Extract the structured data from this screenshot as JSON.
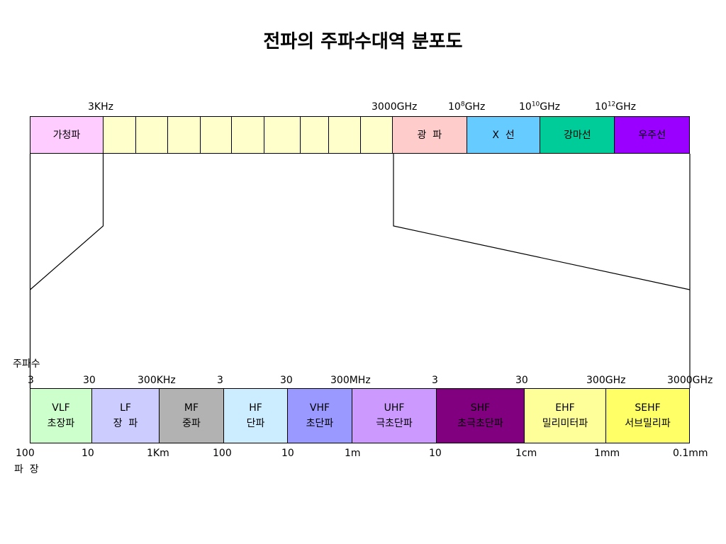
{
  "title": "전파의 주파수대역 분포도",
  "top_frequencies": {
    "f1": "3KHz",
    "f2": "3000GHz",
    "f3_base": "10",
    "f3_exp": "8",
    "f3_unit": "GHz",
    "f4_base": "10",
    "f4_exp": "10",
    "f4_unit": "GHz",
    "f5_base": "10",
    "f5_exp": "12",
    "f5_unit": "GHz"
  },
  "top_bands": [
    {
      "label": "가청파",
      "color": "#FFCCFF"
    },
    {
      "label": "",
      "color": "#FFFFCC"
    },
    {
      "label": "",
      "color": "#FFFFCC"
    },
    {
      "label": "",
      "color": "#FFFFCC"
    },
    {
      "label": "",
      "color": "#FFFFCC"
    },
    {
      "label": "",
      "color": "#FFFFCC"
    },
    {
      "label": "",
      "color": "#FFFFCC"
    },
    {
      "label": "",
      "color": "#FFFFCC"
    },
    {
      "label": "",
      "color": "#FFFFCC"
    },
    {
      "label": "",
      "color": "#FFFFCC"
    },
    {
      "label": "광  파",
      "color": "#FFCCCC"
    },
    {
      "label": "X  선",
      "color": "#66CCFF"
    },
    {
      "label": "강마선",
      "color": "#00CC99"
    },
    {
      "label": "우주선",
      "color": "#9900FF"
    }
  ],
  "frequency_axis_label": "주파수",
  "bottom_frequencies": [
    "3",
    "30",
    "300KHz",
    "3",
    "30",
    "300MHz",
    "3",
    "30",
    "300GHz",
    "3000GHz"
  ],
  "bottom_bands": [
    {
      "name": "VLF",
      "desc": "초장파",
      "color": "#CCFFCC"
    },
    {
      "name": "LF",
      "desc": "장  파",
      "color": "#CCCCFF"
    },
    {
      "name": "MF",
      "desc": "중파",
      "color": "#B2B2B2"
    },
    {
      "name": "HF",
      "desc": "단파",
      "color": "#CCECFF"
    },
    {
      "name": "VHF",
      "desc": "초단파",
      "color": "#9999FF"
    },
    {
      "name": "UHF",
      "desc": "극초단파",
      "color": "#CC99FF"
    },
    {
      "name": "SHF",
      "desc": "초극초단파",
      "color": "#800080"
    },
    {
      "name": "EHF",
      "desc": "밀리미터파",
      "color": "#FFFF99"
    },
    {
      "name": "SEHF",
      "desc": "서브밀리파",
      "color": "#FFFF66"
    }
  ],
  "wavelengths": [
    "100",
    "10",
    "1Km",
    "100",
    "10",
    "1m",
    "10",
    "1cm",
    "1mm",
    "0.1mm"
  ],
  "wavelength_axis_label": "파  장"
}
